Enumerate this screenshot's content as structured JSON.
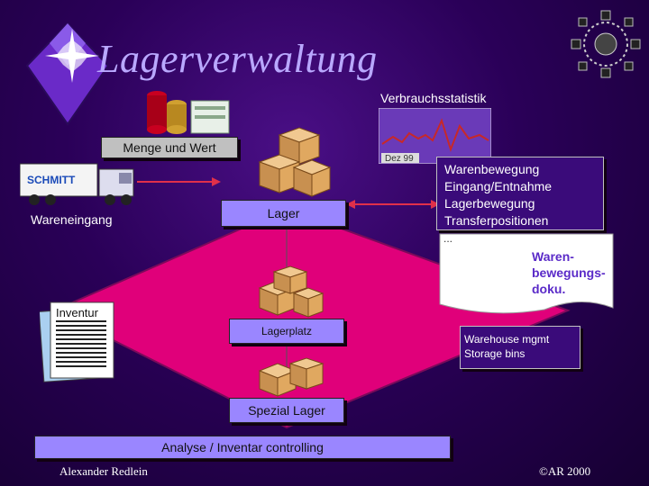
{
  "title": "Lagerverwaltung",
  "labels": {
    "verbrauchsstatistik": "Verbrauchsstatistik",
    "chart_label": "Dez 99",
    "menge_und_wert": "Menge und Wert",
    "wareneingang": "Wareneingang",
    "lager": "Lager",
    "warenbewegung": [
      "Warenbewegung",
      "Eingang/Entnahme",
      "Lagerbewegung",
      "Transferpositionen"
    ],
    "dots": "...",
    "doc": [
      "Waren-",
      "bewegungs-",
      "doku."
    ],
    "inventur": "Inventur",
    "lagerplatz": "Lagerplatz",
    "warehouse": [
      "Warehouse mgmt",
      "Storage bins"
    ],
    "spezial_lager": "Spezial Lager",
    "analyse": "Analyse / Inventar controlling",
    "truck_text": "SCHMITT"
  },
  "footer": {
    "left": "Alexander Redlein",
    "right": "©AR 2000"
  },
  "colors": {
    "background": "#2a0058",
    "magenta": "#e0007a",
    "lavender": "#9a86ff",
    "gray": "#c0c0c0",
    "arrow": "#e0304a"
  }
}
